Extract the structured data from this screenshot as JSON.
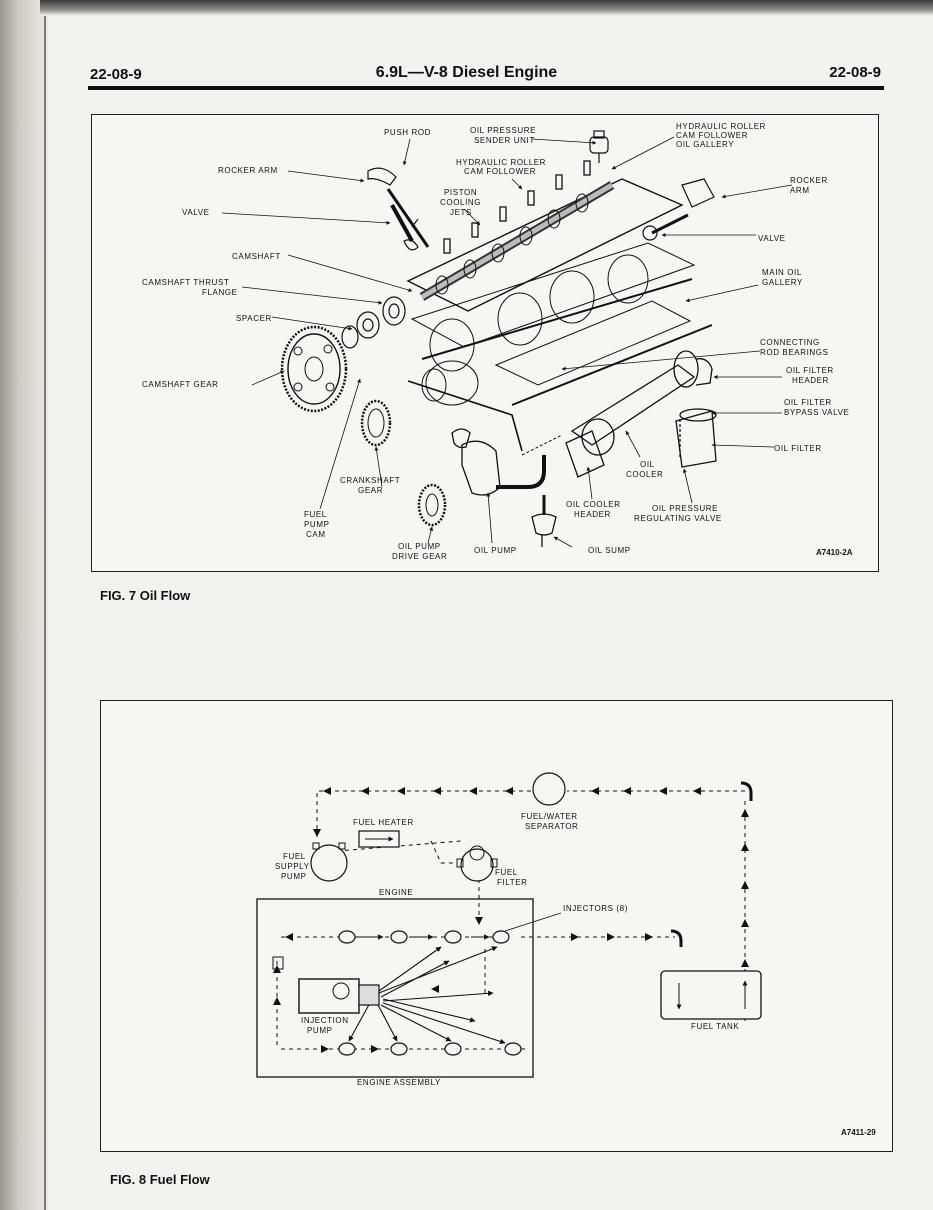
{
  "header": {
    "left": "22-08-9",
    "title": "6.9L—V-8 Diesel Engine",
    "right": "22-08-9"
  },
  "fig7": {
    "caption": "FIG. 7 Oil Flow",
    "code": "A7410-2A",
    "labels": {
      "push_rod": "PUSH ROD",
      "oil_pressure_sender_1": "OIL PRESSURE",
      "oil_pressure_sender_2": "SENDER UNIT",
      "hrcf_gallery_1": "HYDRAULIC ROLLER",
      "hrcf_gallery_2": "CAM FOLLOWER",
      "hrcf_gallery_3": "OIL GALLERY",
      "hrcf_1": "HYDRAULIC ROLLER",
      "hrcf_2": "CAM FOLLOWER",
      "rocker_arm_left": "ROCKER ARM",
      "rocker_arm_right_1": "ROCKER",
      "rocker_arm_right_2": "ARM",
      "piston_1": "PISTON",
      "piston_2": "COOLING",
      "piston_3": "JETS",
      "valve_left": "VALVE",
      "valve_right": "VALVE",
      "camshaft": "CAMSHAFT",
      "thrust_1": "CAMSHAFT THRUST",
      "thrust_2": "FLANGE",
      "main_oil_1": "MAIN OIL",
      "main_oil_2": "GALLERY",
      "spacer": "SPACER",
      "conrod_1": "CONNECTING",
      "conrod_2": "ROD BEARINGS",
      "camshaft_gear": "CAMSHAFT GEAR",
      "filter_header_1": "OIL FILTER",
      "filter_header_2": "HEADER",
      "bypass_1": "OIL FILTER",
      "bypass_2": "BYPASS VALVE",
      "oil_filter": "OIL FILTER",
      "crank_1": "CRANKSHAFT",
      "crank_2": "GEAR",
      "oil_cooler_1": "OIL",
      "oil_cooler_2": "COOLER",
      "fuel_cam_1": "FUEL",
      "fuel_cam_2": "PUMP",
      "fuel_cam_3": "CAM",
      "cooler_header_1": "OIL COOLER",
      "cooler_header_2": "HEADER",
      "reg_valve_1": "OIL PRESSURE",
      "reg_valve_2": "REGULATING VALVE",
      "drive_gear_1": "OIL PUMP",
      "drive_gear_2": "DRIVE GEAR",
      "oil_pump": "OIL PUMP",
      "oil_sump": "OIL SUMP"
    }
  },
  "fig8": {
    "caption": "FIG. 8 Fuel Flow",
    "code": "A7411-29",
    "labels": {
      "fuel_heater": "FUEL HEATER",
      "separator_1": "FUEL/WATER",
      "separator_2": "SEPARATOR",
      "supply_pump_1": "FUEL",
      "supply_pump_2": "SUPPLY",
      "supply_pump_3": "PUMP",
      "fuel_filter_1": "FUEL",
      "fuel_filter_2": "FILTER",
      "engine": "ENGINE",
      "injectors": "INJECTORS (8)",
      "injection_pump_1": "INJECTION",
      "injection_pump_2": "PUMP",
      "fuel_tank": "FUEL TANK",
      "engine_assembly": "ENGINE ASSEMBLY"
    }
  }
}
